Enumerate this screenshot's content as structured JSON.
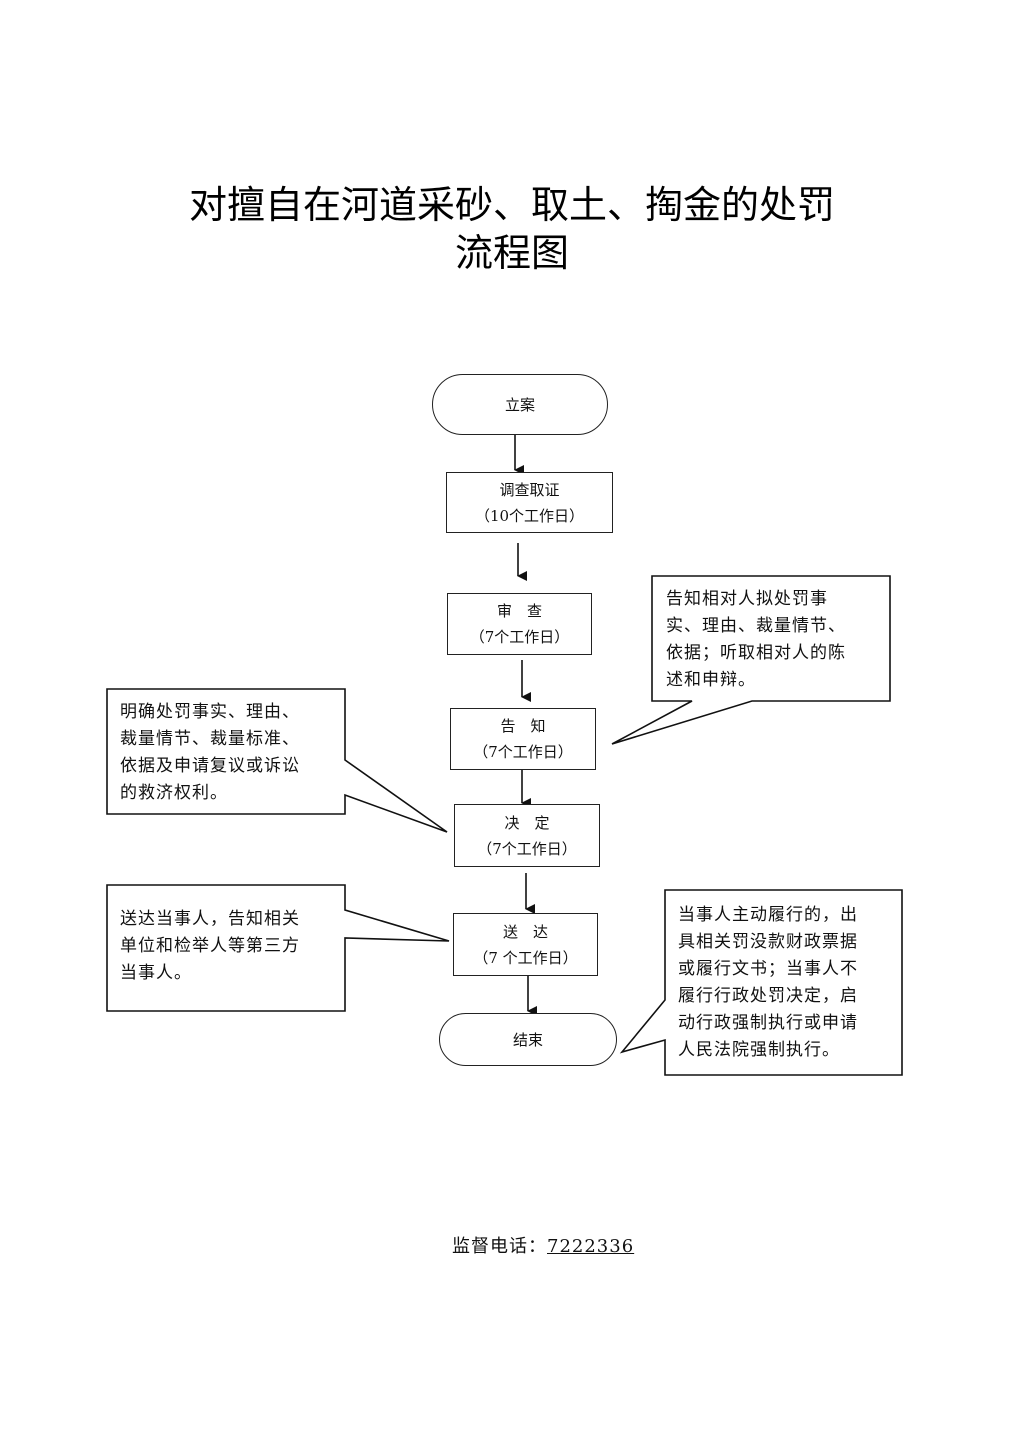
{
  "title": {
    "line1": "对擅自在河道采砂、取土、掏金的处罚",
    "line2": "流程图"
  },
  "nodes": {
    "start": "立案",
    "investigate": {
      "label": "调查取证",
      "duration": "（10个工作日）"
    },
    "review": {
      "label": "审　查",
      "duration": "（7个工作日）"
    },
    "notify": {
      "label": "告　知",
      "duration": "（7个工作日）"
    },
    "decide": {
      "label": "决　定",
      "duration": "（7个工作日）"
    },
    "deliver": {
      "label": "送　达",
      "duration": "（7 个工作日）"
    },
    "end": "结束"
  },
  "callouts": {
    "notify_note": [
      "告知相对人拟处罚事",
      "实、理由、裁量情节、",
      "依据；听取相对人的陈",
      "述和申辩。"
    ],
    "decide_note": [
      "明确处罚事实、理由、",
      "裁量情节、裁量标准、",
      "依据及申请复议或诉讼",
      "的救济权利。"
    ],
    "deliver_note": [
      "送达当事人，告知相关",
      "单位和检举人等第三方",
      "当事人。"
    ],
    "end_note": [
      "当事人主动履行的，出",
      "具相关罚没款财政票据",
      "或履行文书；当事人不",
      "履行行政处罚决定，启",
      "动行政强制执行或申请",
      "人民法院强制执行。"
    ]
  },
  "footer": {
    "label": "监督电话：",
    "phone": "7222336"
  }
}
